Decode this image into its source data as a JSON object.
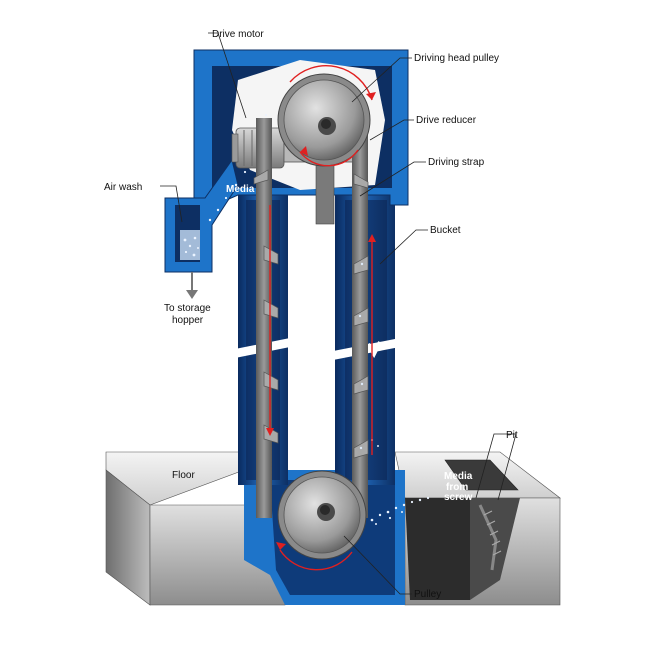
{
  "labels": {
    "drive_motor": "Drive motor",
    "driving_head_pulley": "Driving head pulley",
    "drive_reducer": "Drive reducer",
    "driving_strap": "Driving strap",
    "air_wash": "Air wash",
    "media_top": "Media",
    "bucket": "Bucket",
    "to_storage_line1": "To storage",
    "to_storage_line2": "hopper",
    "pit": "Pit",
    "floor": "Floor",
    "media_from_screw_line1": "Media",
    "media_from_screw_line2": "from",
    "media_from_screw_line3": "screw",
    "pulley": "Pulley"
  },
  "colors": {
    "housing_blue": "#1e74c9",
    "housing_dark": "#0d2f63",
    "steel_gray": "#8c8c8c",
    "direction_arrow": "#e02020"
  }
}
